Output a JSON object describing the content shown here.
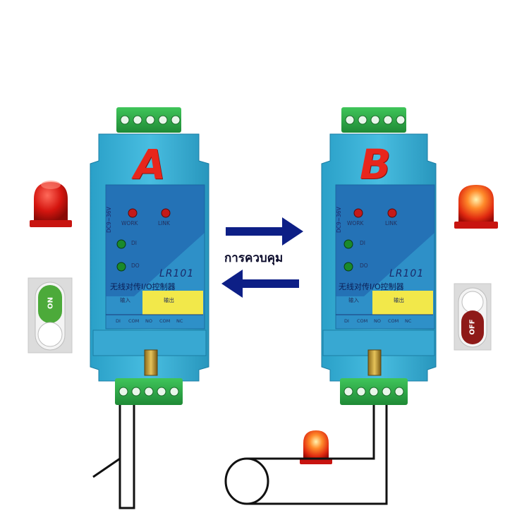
{
  "units": [
    {
      "letter": "A",
      "voltage": "DC9~36V",
      "work_label": "WORK",
      "link_label": "LINK",
      "di_label": "DI",
      "do_label": "DO",
      "model": "LR101",
      "name_cn": "无线对传I/O控制器",
      "input_label": "输入",
      "output_label": "输出",
      "terminals": [
        "DI",
        "COM",
        "NO",
        "COM",
        "NC"
      ]
    },
    {
      "letter": "B",
      "voltage": "DC9~36V",
      "work_label": "WORK",
      "link_label": "LINK",
      "di_label": "DI",
      "do_label": "DO",
      "model": "LR101",
      "name_cn": "无线对传I/O控制器",
      "input_label": "输入",
      "output_label": "输出",
      "terminals": [
        "DI",
        "COM",
        "NO",
        "COM",
        "NC"
      ]
    }
  ],
  "control_label": "การควบคุม",
  "switch_left": {
    "text": "ON"
  },
  "switch_right": {
    "text": "OFF"
  },
  "colors": {
    "device_blue": "#3fb2d6",
    "terminal_green": "#2fb04a",
    "arrow_navy": "#0d1f86",
    "alarm_red": "#e02020",
    "letter_red": "#e8261c",
    "panel_yellow": "#f2e84a"
  }
}
